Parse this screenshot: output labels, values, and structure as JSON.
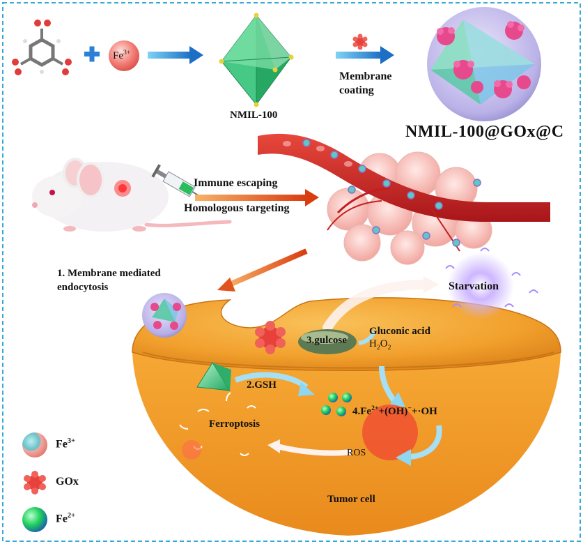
{
  "synthesis": {
    "fe3_label": "Fe",
    "fe3_charge": "3+",
    "nmil_label": "NMIL-100",
    "membrane_line1": "Membrane",
    "membrane_line2": "coating",
    "product_label": "NMIL-100@GOx@C"
  },
  "injection": {
    "line1": "Immune escaping",
    "line2": "Homologous targeting"
  },
  "cell": {
    "endocytosis_line1": "1.   Membrane mediated",
    "endocytosis_line2": "endocytosis",
    "starvation": "Starvation",
    "glucose": "3.gulcose",
    "gluconic": "Gluconic acid",
    "h2o2_h": "H",
    "h2o2_2a": "2",
    "h2o2_o": "O",
    "h2o2_2b": "2",
    "gsh": "2.GSH",
    "fenton_prefix": "4.Fe",
    "fenton_charge": "2+",
    "fenton_mid": "+(OH)",
    "fenton_minus": "−",
    "fenton_end": "+·OH",
    "ferroptosis": "Ferroptosis",
    "ros": "ROS",
    "tumor": "Tumor cell"
  },
  "legend": {
    "fe3_label": "Fe",
    "fe3_charge": "3+",
    "gox_label": "GOx",
    "fe2_label": "Fe",
    "fe2_charge": "2+"
  },
  "colors": {
    "border_dash": "#39a9d9",
    "arrow_blue": "#2f8fd0",
    "arrow_orange": "#e2521c",
    "cell_orange": "#f2a12e",
    "gox_red": "#e8413c",
    "mof_green": "#3ec07a"
  }
}
